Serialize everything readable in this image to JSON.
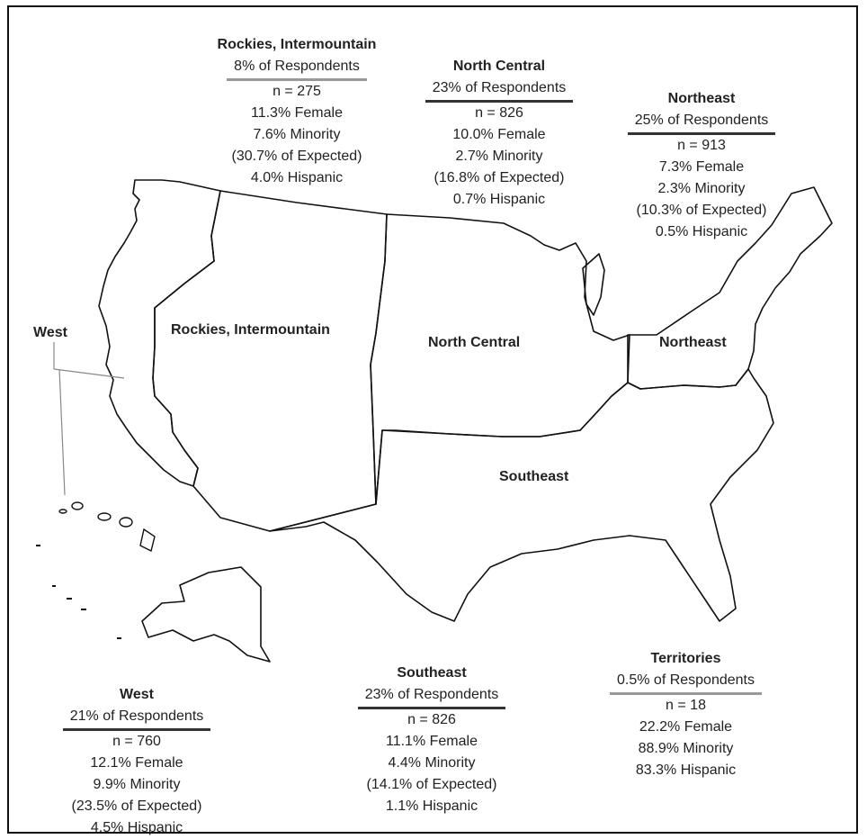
{
  "map_labels": {
    "west": "West",
    "rockies": "Rockies, Intermountain",
    "north_central": "North Central",
    "northeast": "Northeast",
    "southeast": "Southeast"
  },
  "regions": {
    "rockies": {
      "title": "Rockies, Intermountain",
      "respondents": "8% of Respondents",
      "n": "n = 275",
      "female": "11.3% Female",
      "minority": "7.6% Minority",
      "expected": "(30.7% of Expected)",
      "hispanic": "4.0% Hispanic"
    },
    "north_central": {
      "title": "North Central",
      "respondents": "23% of Respondents",
      "n": "n = 826",
      "female": "10.0% Female",
      "minority": "2.7% Minority",
      "expected": "(16.8% of Expected)",
      "hispanic": "0.7% Hispanic"
    },
    "northeast": {
      "title": "Northeast",
      "respondents": "25% of Respondents",
      "n": "n = 913",
      "female": "7.3% Female",
      "minority": "2.3% Minority",
      "expected": "(10.3% of Expected)",
      "hispanic": "0.5% Hispanic"
    },
    "west": {
      "title": "West",
      "respondents": "21% of Respondents",
      "n": "n = 760",
      "female": "12.1% Female",
      "minority": "9.9% Minority",
      "expected": "(23.5% of Expected)",
      "hispanic": "4.5% Hispanic"
    },
    "southeast": {
      "title": "Southeast",
      "respondents": "23% of Respondents",
      "n": "n = 826",
      "female": "11.1% Female",
      "minority": "4.4% Minority",
      "expected": "(14.1% of Expected)",
      "hispanic": "1.1% Hispanic"
    },
    "territories": {
      "title": "Territories",
      "respondents": "0.5% of Respondents",
      "n": "n = 18",
      "female": "22.2% Female",
      "minority": "88.9% Minority",
      "hispanic": "83.3% Hispanic"
    }
  }
}
